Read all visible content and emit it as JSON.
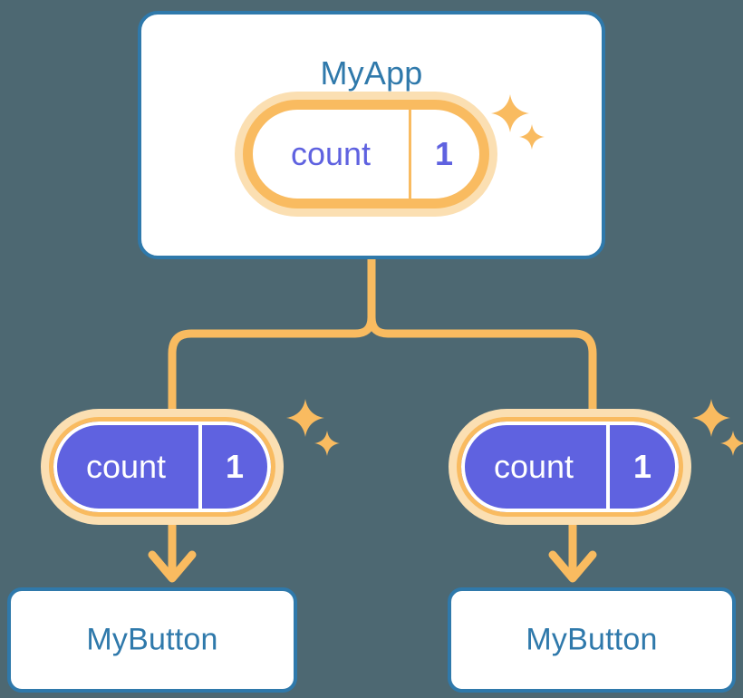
{
  "theme": {
    "background": "#4d6872",
    "card_border": "#2f79ab",
    "card_fill": "#ffffff",
    "title_color": "#2f79ab",
    "state_accent": "#f9bb60",
    "state_halo": "#fbdfb2",
    "state_value_color": "#5f62e0",
    "state_solid_fill": "#5f62e0",
    "state_solid_text": "#ffffff",
    "wire_color": "#f9bb60"
  },
  "diagram": {
    "type": "component-state-propagation-tree",
    "root": {
      "name": "app-card",
      "title": "MyApp",
      "state": {
        "key": "count",
        "value": "1",
        "style": "light",
        "sparkle": true
      }
    },
    "children": [
      {
        "name": "branch-left",
        "state": {
          "key": "count",
          "value": "1",
          "style": "solid",
          "sparkle": true
        },
        "card": {
          "name": "btn-card-left",
          "title": "MyButton"
        }
      },
      {
        "name": "branch-right",
        "state": {
          "key": "count",
          "value": "1",
          "style": "solid",
          "sparkle": true
        },
        "card": {
          "name": "btn-card-right",
          "title": "MyButton"
        }
      }
    ],
    "icons": {
      "sparkle_large": "sparkle-four-point-icon",
      "sparkle_small": "sparkle-four-point-small-icon",
      "arrow": "arrow-down-icon",
      "branch": "branch-connector-icon"
    }
  }
}
